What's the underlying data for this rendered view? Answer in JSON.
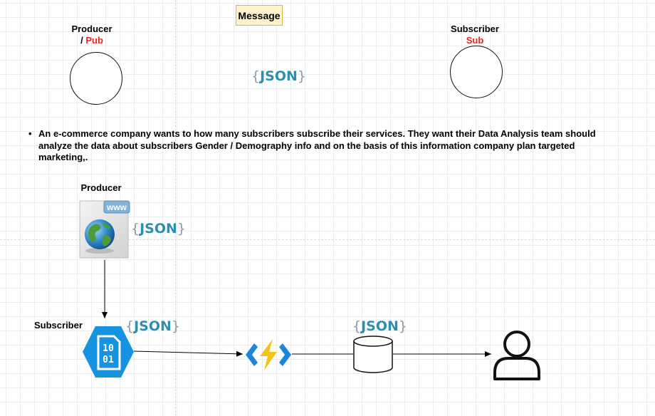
{
  "top": {
    "message_label": "Message",
    "producer_label": "Producer",
    "producer_prefix": "/ ",
    "producer_tag": "Pub",
    "subscriber_label": "Subscriber",
    "subscriber_tag": "Sub",
    "json_text": "JSON"
  },
  "description": {
    "bullet": "•",
    "text": "An e-commerce company wants to how many subscribers subscribe their services. They want their Data Analysis team should analyze the data about subscribers Gender / Demography info and on the basis of this information company plan targeted marketing,."
  },
  "flow": {
    "producer_label": "Producer",
    "subscriber_label": "Subscriber",
    "www_badge": "www",
    "binary_top": "10",
    "binary_bottom": "01",
    "json_text": "JSON",
    "brace_open": "{",
    "brace_close": "}"
  },
  "colors": {
    "red_label": "#e8231a",
    "json_blue": "#2d8fae",
    "hexagon_blue": "#1592e0",
    "function_yellow": "#f7c31a",
    "function_blue": "#1e86d6",
    "message_fill": "#fff2cc"
  }
}
